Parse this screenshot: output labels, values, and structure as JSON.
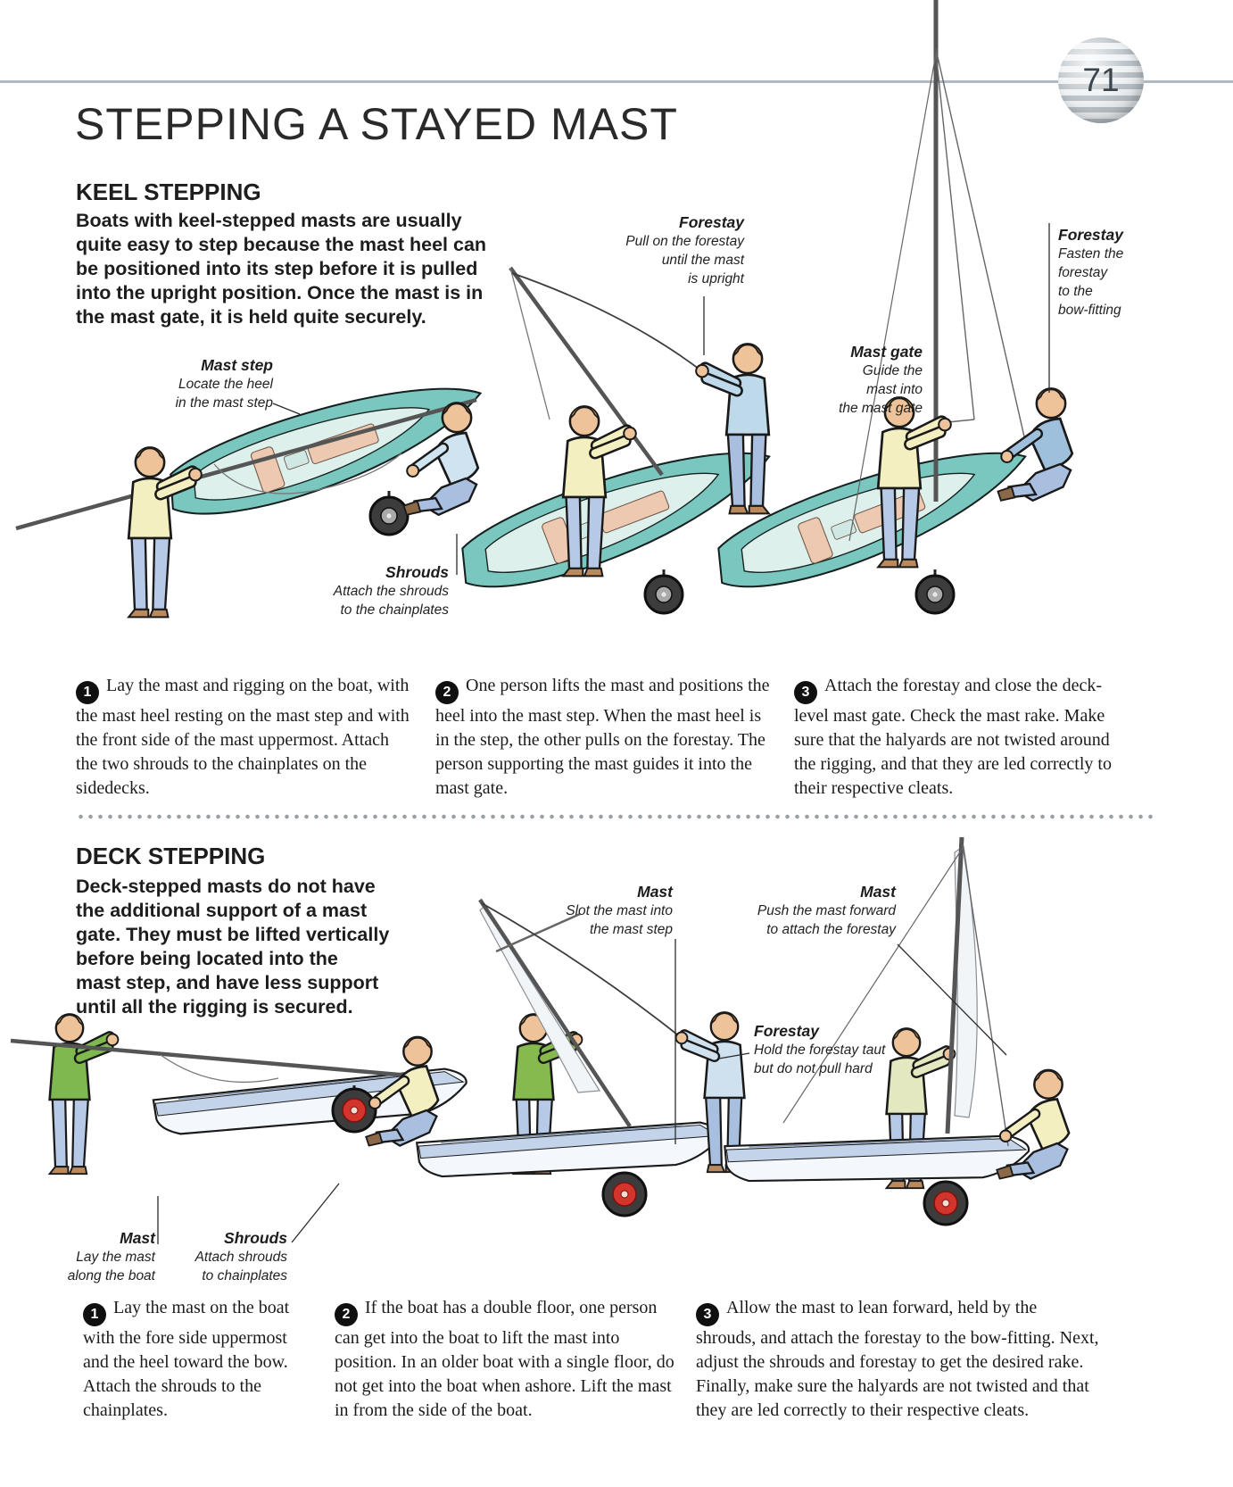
{
  "page": {
    "number": "71",
    "title": "STEPPING A STAYED MAST"
  },
  "keel": {
    "heading": "KEEL STEPPING",
    "intro": "Boats with keel-stepped masts are usually\nquite easy to step because the mast heel can\nbe positioned into its step before it is pulled\ninto the upright position. Once the mast is in\nthe mast gate, it is held quite securely.",
    "labels": {
      "mast_step": {
        "title": "Mast step",
        "desc": "Locate the heel\nin the mast step"
      },
      "forestay_pull": {
        "title": "Forestay",
        "desc": "Pull on the forestay\nuntil the mast\nis upright"
      },
      "mast_gate": {
        "title": "Mast gate",
        "desc": "Guide the\nmast into\nthe mast gate"
      },
      "forestay_fasten": {
        "title": "Forestay",
        "desc": "Fasten the\nforestay\nto the\nbow-fitting"
      },
      "shrouds": {
        "title": "Shrouds",
        "desc": "Attach the shrouds\nto the chainplates"
      }
    },
    "steps": [
      {
        "num": "1",
        "text": "Lay the mast and rigging on the boat, with the mast heel resting on the mast step and with the front side of the mast uppermost. Attach the two shrouds to the chainplates on the sidedecks."
      },
      {
        "num": "2",
        "text": "One person lifts the mast and positions the heel into the mast step. When the mast heel is in the step, the other pulls on the forestay. The person supporting the mast guides it into the mast gate."
      },
      {
        "num": "3",
        "text": "Attach the forestay and close the deck-level mast gate. Check the mast rake. Make sure that the halyards are not twisted around the rigging, and that they are led correctly to their respective cleats."
      }
    ]
  },
  "deck": {
    "heading": "DECK STEPPING",
    "intro": "Deck-stepped masts do not have\nthe additional support of a mast\ngate. They must be lifted vertically\nbefore being located into the\nmast step, and have less support\nuntil all the rigging is secured.",
    "labels": {
      "mast_slot": {
        "title": "Mast",
        "desc": "Slot the mast into\nthe mast step"
      },
      "mast_push": {
        "title": "Mast",
        "desc": "Push the mast forward\nto attach the forestay"
      },
      "forestay_hold": {
        "title": "Forestay",
        "desc": "Hold the forestay taut\nbut do not pull hard"
      },
      "mast_lay": {
        "title": "Mast",
        "desc": "Lay the mast\nalong the boat"
      },
      "shrouds": {
        "title": "Shrouds",
        "desc": "Attach shrouds\nto chainplates"
      }
    },
    "steps": [
      {
        "num": "1",
        "text": "Lay the mast on the boat with the fore side uppermost and the heel toward the bow. Attach the shrouds to the chainplates."
      },
      {
        "num": "2",
        "text": "If the boat has a double floor, one person can get into the boat to lift the mast into position. In an older boat with a single floor, do not get into the boat when ashore. Lift the mast in from the side of the boat."
      },
      {
        "num": "3",
        "text": "Allow the mast to lean forward, held by the shrouds, and attach the forestay to the bow-fitting. Next, adjust the shrouds and forestay to get the desired rake. Finally, make sure the halyards are not twisted and that they are led correctly to their respective cleats."
      }
    ]
  }
}
